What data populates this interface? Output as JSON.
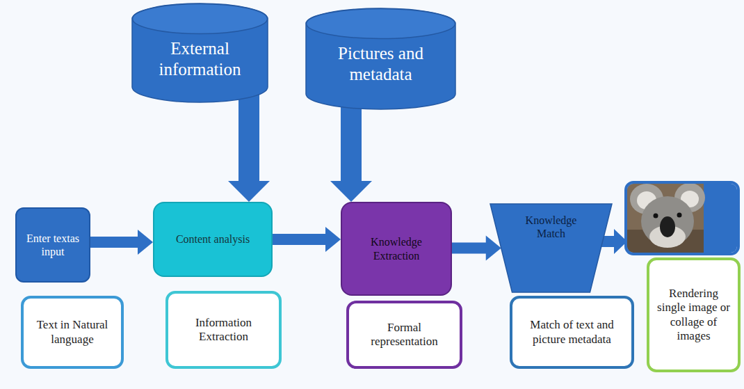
{
  "diagram": {
    "nodes": [
      {
        "text": [
          "External information"
        ]
      },
      {
        "text": [
          "Pictures and metadata"
        ]
      },
      {
        "text": [
          "Enter textas input"
        ]
      },
      {
        "text": [
          "Content analysis"
        ]
      },
      {
        "text": [
          "Knowledge Extraction"
        ]
      },
      {
        "text": [
          "Knowledge Match"
        ]
      },
      {
        "text": [
          "Text in Natural language"
        ]
      },
      {
        "text": [
          "Information Extraction"
        ]
      },
      {
        "text": [
          "Formal representation"
        ]
      },
      {
        "text": [
          "Match of text and picture metadata"
        ]
      },
      {
        "text": [
          "Rendering single image or collage of images"
        ]
      }
    ],
    "edges": [
      {
        "from": 2,
        "to": 3,
        "arrow": "to"
      },
      {
        "from": 3,
        "to": 4,
        "arrow": "to"
      },
      {
        "from": 4,
        "to": 5,
        "arrow": "to"
      },
      {
        "from": 0,
        "to": 3,
        "arrow": "to"
      },
      {
        "from": 1,
        "to": 4,
        "arrow": "to"
      }
    ]
  }
}
